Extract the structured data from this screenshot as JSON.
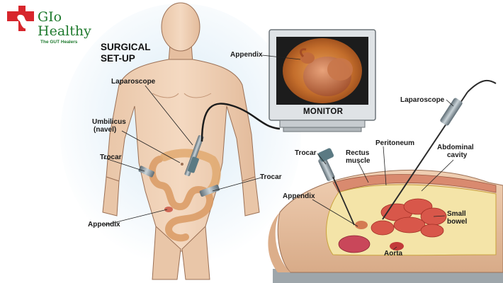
{
  "brand": {
    "name_line1": "GIo",
    "name_line2": "Healthy",
    "tagline": "The GUT Healers",
    "colors": {
      "red": "#d7262c",
      "green": "#1f7a2e"
    }
  },
  "diagram": {
    "title_line1": "SURGICAL",
    "title_line2": "SET-UP",
    "monitor_label": "MONITOR",
    "labels": {
      "appendix_monitor": "Appendix",
      "laparoscope_left": "Laparoscope",
      "umbilicus_line1": "Umbilicus",
      "umbilicus_line2": "(navel)",
      "trocar_left": "Trocar",
      "trocar_mid": "Trocar",
      "appendix_left": "Appendix",
      "laparoscope_right": "Laparoscope",
      "trocar_right": "Trocar",
      "rectus_line1": "Rectus",
      "rectus_line2": "muscle",
      "peritoneum": "Peritoneum",
      "abdominal_line1": "Abdominal",
      "abdominal_line2": "cavity",
      "appendix_right": "Appendix",
      "small_bowel_line1": "Small",
      "small_bowel_line2": "bowel",
      "aorta": "Aorta"
    }
  }
}
